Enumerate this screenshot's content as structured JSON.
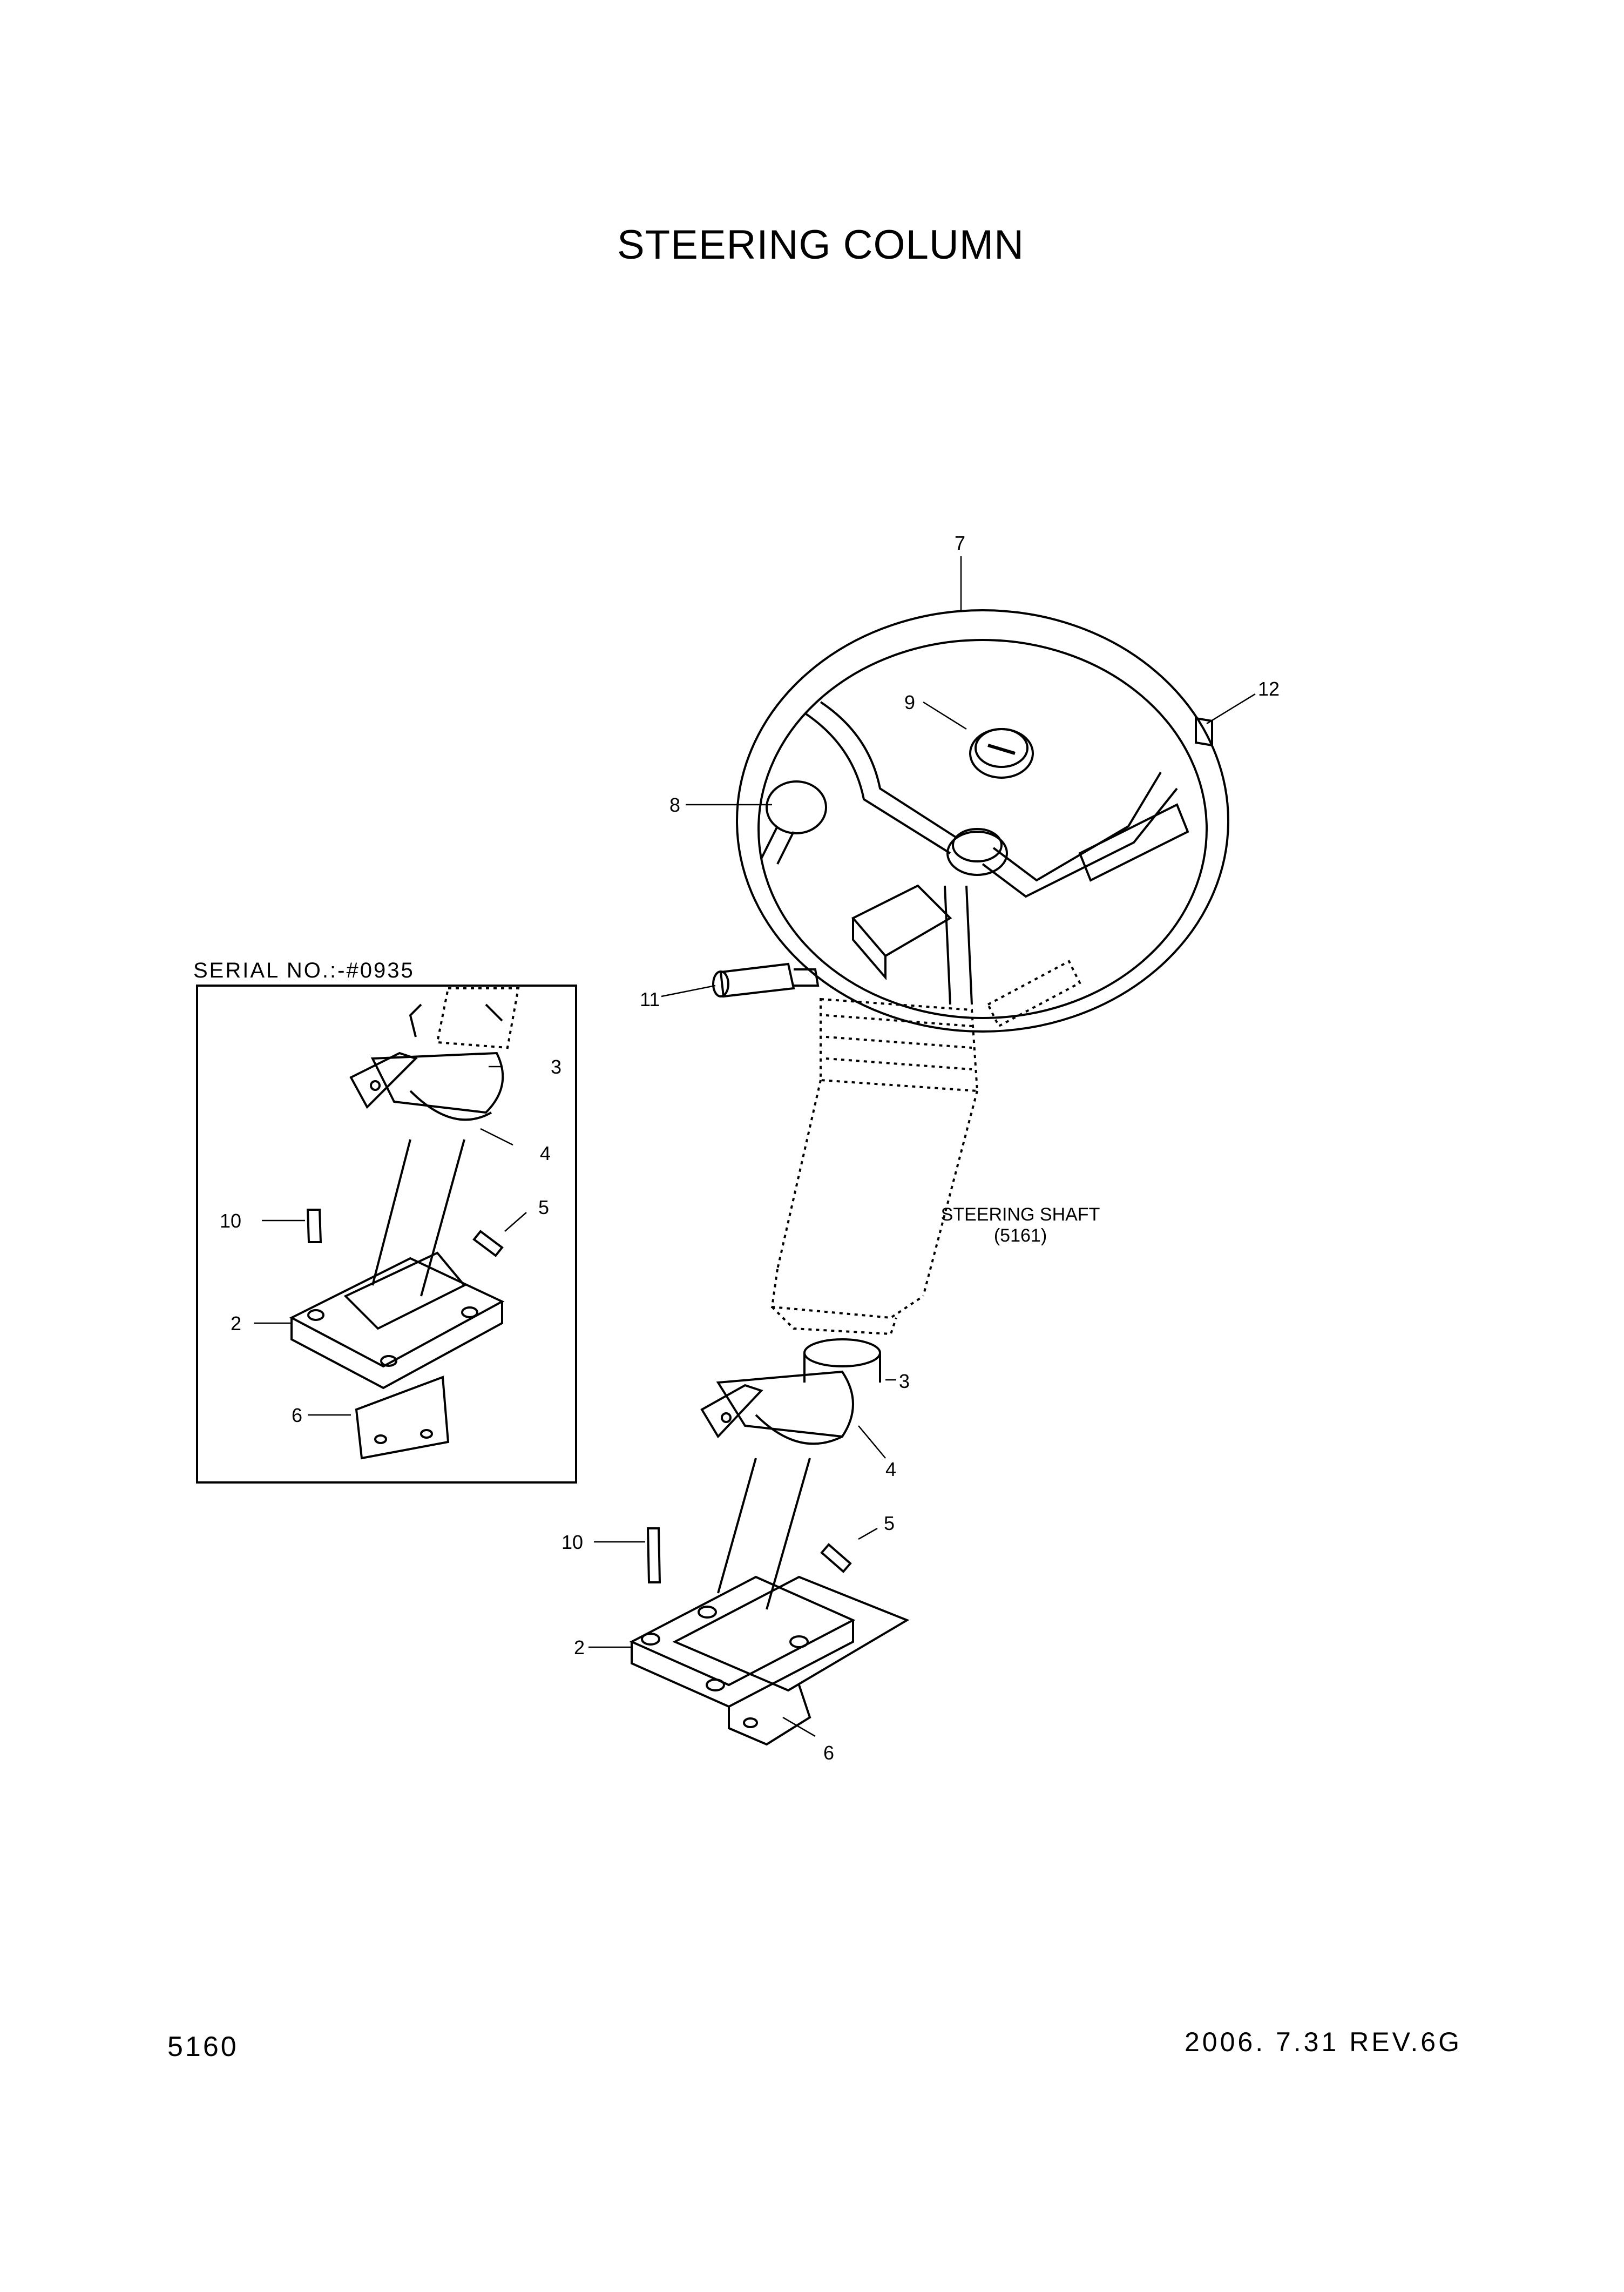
{
  "title": "STEERING COLUMN",
  "page_number": "5160",
  "revision": "2006. 7.31  REV.6G",
  "inset": {
    "serial_label": "SERIAL NO.:-#0935"
  },
  "reference": {
    "line1": "STEERING SHAFT",
    "line2": "(5161)"
  },
  "callouts": {
    "c7": "7",
    "c12": "12",
    "c9": "9",
    "c8": "8",
    "c11": "11",
    "c3": "3",
    "c4": "4",
    "c5": "5",
    "c10": "10",
    "c2": "2",
    "c6": "6",
    "i3": "3",
    "i4": "4",
    "i5": "5",
    "i10": "10",
    "i2": "2",
    "i6": "6"
  }
}
